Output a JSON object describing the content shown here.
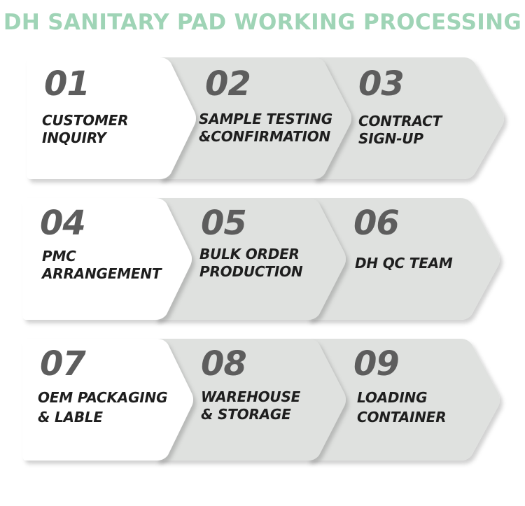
{
  "title": "DH SANITARY PAD WORKING PROCESSING",
  "colors": {
    "title": "#9fd4b6",
    "first_step_fill": "#ffffff",
    "step_fill": "#dfe1df",
    "number": "#5d5d5d",
    "label": "#1e1e1e"
  },
  "rows": [
    {
      "steps": [
        {
          "number": "01",
          "label": "CUSTOMER\nINQUIRY"
        },
        {
          "number": "02",
          "label": "SAMPLE TESTING\n&CONFIRMATION"
        },
        {
          "number": "03",
          "label": "CONTRACT\nSIGN-UP"
        }
      ]
    },
    {
      "steps": [
        {
          "number": "04",
          "label": "PMC\nARRANGEMENT"
        },
        {
          "number": "05",
          "label": "BULK ORDER\nPRODUCTION"
        },
        {
          "number": "06",
          "label": "DH QC TEAM"
        }
      ]
    },
    {
      "steps": [
        {
          "number": "07",
          "label": "OEM PACKAGING\n& LABLE"
        },
        {
          "number": "08",
          "label": "WAREHOUSE\n& STORAGE"
        },
        {
          "number": "09",
          "label": "LOADING\nCONTAINER"
        }
      ]
    }
  ]
}
